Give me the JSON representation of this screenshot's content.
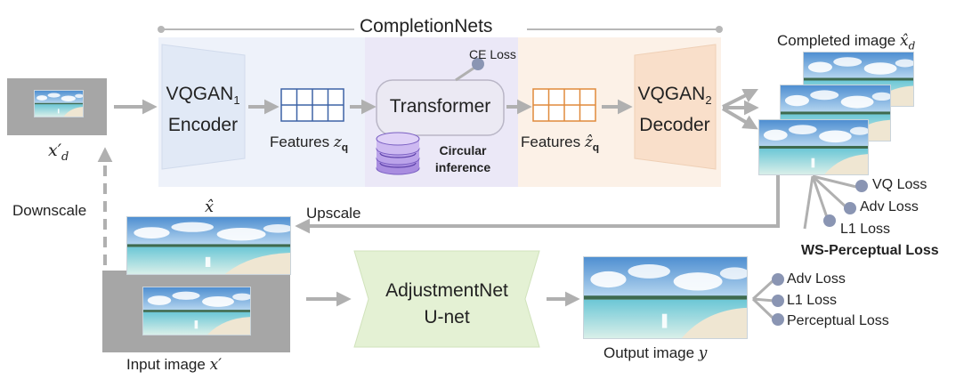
{
  "title": "CompletionNets",
  "encoder": {
    "line1": "VQGAN",
    "sub": "1",
    "line2": "Encoder"
  },
  "decoder": {
    "line1": "VQGAN",
    "sub": "2",
    "line2": "Decoder"
  },
  "transformer": {
    "label": "Transformer",
    "loss": "CE Loss"
  },
  "circular": {
    "line1": "Circular",
    "line2": "inference"
  },
  "features_z": {
    "text": "Features ",
    "sym": "z",
    "sub": "q"
  },
  "features_zhat": {
    "text": "Features ",
    "sym": "ẑ",
    "sub": "q"
  },
  "completed": {
    "text": "Completed image ",
    "sym": "x̂",
    "sub": "d"
  },
  "xd_prime": {
    "sym": "x′",
    "sub": "d"
  },
  "x_hat": {
    "sym": "x̂"
  },
  "upscale": "Upscale",
  "downscale": "Downscale",
  "input_image": {
    "text": "Input image ",
    "sym": "x′"
  },
  "adjustment": {
    "line1": "AdjustmentNet",
    "line2": "U-net"
  },
  "output_image": {
    "text": "Output image ",
    "sym": "y"
  },
  "losses_top": [
    "VQ Loss",
    "Adv Loss",
    "L1 Loss"
  ],
  "ws_perceptual": "WS-Perceptual Loss",
  "losses_bottom": [
    "Adv Loss",
    "L1 Loss",
    "Perceptual Loss"
  ],
  "colors": {
    "arrow": "#b0b0b0",
    "encoder": "#e4ecf7",
    "decoder": "#fbe6d3",
    "adjustment": "#e6f3d6",
    "transformer_bg": "#ebe8f7",
    "encoder_bg": "#eef2fa",
    "decoder_bg": "#fcf1e7",
    "grid_blue": "#3d63a6",
    "grid_orange": "#e08a3c",
    "node": "#8a95b3",
    "gray_box": "#a6a6a6"
  }
}
